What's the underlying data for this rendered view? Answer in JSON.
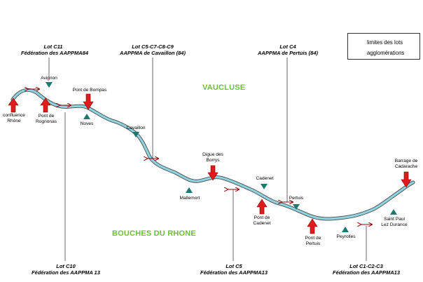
{
  "colors": {
    "river": "#8fd3e0",
    "river_edge": "#4a4a4a",
    "arrow_red": "#e01b1b",
    "arrow_dark": "#8b0000",
    "town_teal": "#1b7a6e",
    "region_green": "#6cbf3a"
  },
  "regions": {
    "north": "VAUCLUSE",
    "south": "BOUCHES DU RHONE"
  },
  "legend": {
    "limits_label": "limites des lots",
    "towns_label": "agglomérations"
  },
  "lots_top": [
    {
      "line1": "Lot C11",
      "line2": "Fédération des AAPPMA84"
    },
    {
      "line1": "Lot C5-C7-C8-C9",
      "line2": "AAPPMA de Cavaillon (84)"
    },
    {
      "line1": "Lot C4",
      "line2": "AAPPMA de Pertuis (84)"
    }
  ],
  "lots_bottom": [
    {
      "line1": "Lot C10",
      "line2": "Fédération des AAPPMA 13"
    },
    {
      "line1": "Lot C5",
      "line2": "Fédération des AAPPMA13"
    },
    {
      "line1": "Lot C1-C2-C3",
      "line2": "Fédération des AAPPMA13"
    }
  ],
  "limit_points": [
    {
      "line1": "confluence",
      "line2": "Rhône"
    },
    {
      "line1": "Pont de",
      "line2": "Rognonas"
    },
    {
      "line1": "Pont de Bompas",
      "line2": ""
    },
    {
      "line1": "Digue des",
      "line2": "Borrys"
    },
    {
      "line1": "Pont de",
      "line2": "Cadenet"
    },
    {
      "line1": "Pont de",
      "line2": "Pertuis"
    },
    {
      "line1": "Barrage de",
      "line2": "Cadarache"
    }
  ],
  "towns": [
    {
      "line1": "Avignon",
      "line2": ""
    },
    {
      "line1": "Noves",
      "line2": ""
    },
    {
      "line1": "Cavaillon",
      "line2": ""
    },
    {
      "line1": "Mallemort",
      "line2": ""
    },
    {
      "line1": "Cadenet",
      "line2": ""
    },
    {
      "line1": "Pertuis",
      "line2": ""
    },
    {
      "line1": "Peyrolles",
      "line2": ""
    },
    {
      "line1": "Saint Paul",
      "line2": "Lez Durance"
    }
  ]
}
